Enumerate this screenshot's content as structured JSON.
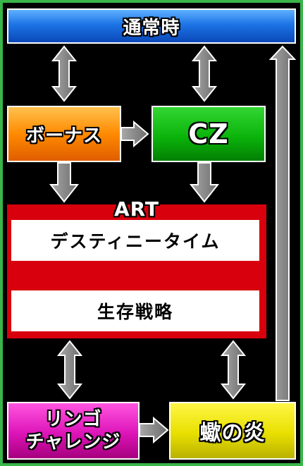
{
  "nodes": {
    "normal": "通常時",
    "bonus": "ボーナス",
    "cz": "CZ",
    "art": "ART",
    "destiny_time": "デスティニータイム",
    "strategy": "生存戦略",
    "ringo_challenge_line1": "リンゴ",
    "ringo_challenge_line2": "チャレンジ",
    "flame": "蠍の炎"
  },
  "colors": {
    "border": "#39b54a",
    "background": "#000000",
    "normal": "#1c74e6",
    "bonus": "#ff8a00",
    "cz": "#0bb40b",
    "art": "#d8000d",
    "ringo": "#dd14b8",
    "flame": "#e8e000",
    "arrow": "#8c8c8c"
  }
}
